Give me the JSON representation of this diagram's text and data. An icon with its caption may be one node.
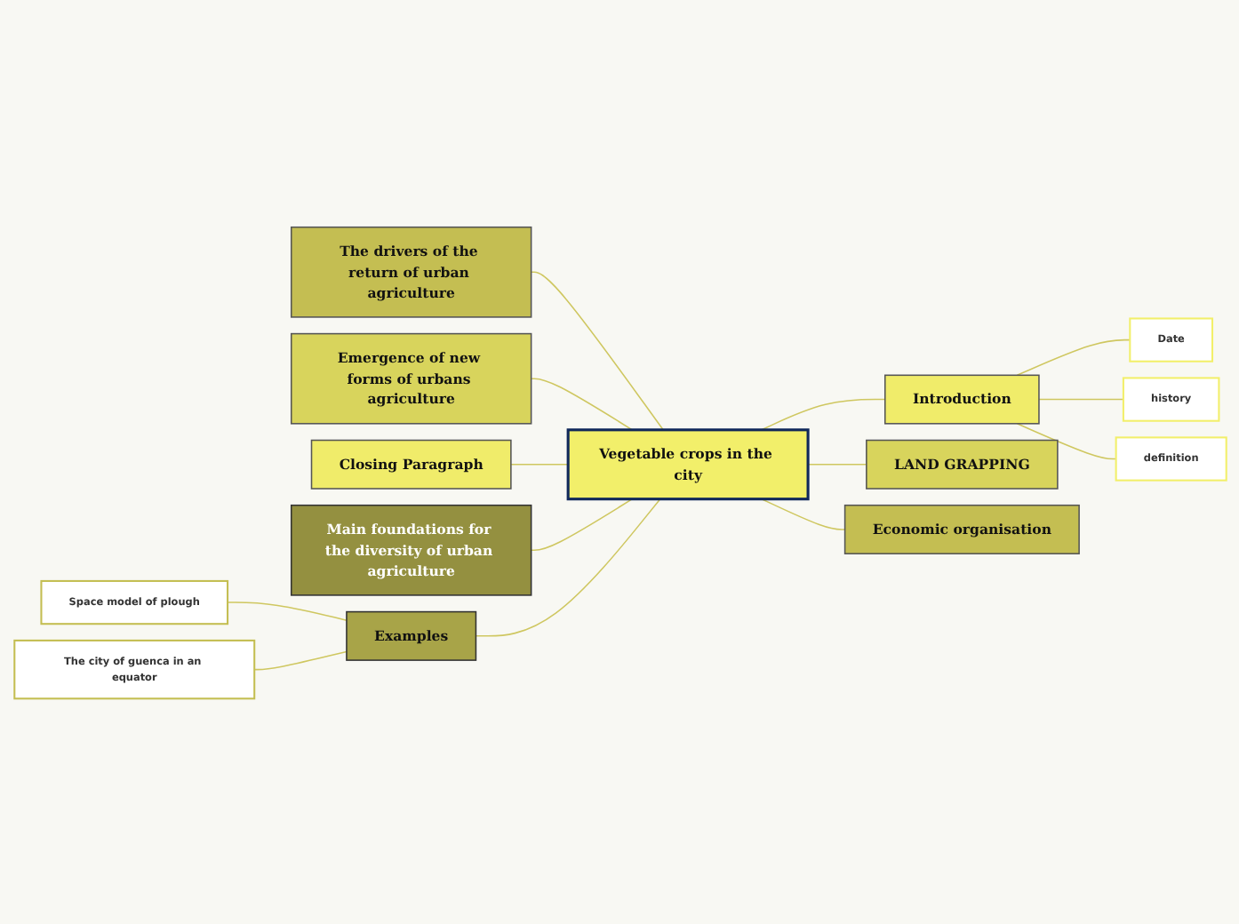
{
  "diagram": {
    "nodes": [
      {
        "text": [
          "Vegetable crops in the city"
        ]
      },
      {
        "text": [
          "The drivers of the return of urban agriculture"
        ]
      },
      {
        "text": [
          "Emergence of new forms of urbans agriculture"
        ]
      },
      {
        "text": [
          "Introduction"
        ]
      },
      {
        "text": [
          "Date"
        ]
      },
      {
        "text": [
          "history"
        ]
      },
      {
        "text": [
          "definition"
        ]
      },
      {
        "text": [
          "Closing Paragraph"
        ]
      },
      {
        "text": [
          "LAND GRAPPING"
        ]
      },
      {
        "text": [
          "Economic organisation"
        ]
      },
      {
        "text": [
          "Main foundations for the diversity of urban agriculture"
        ]
      },
      {
        "text": [
          "Space model of plough"
        ]
      },
      {
        "text": [
          "The city of guenca in an equator"
        ]
      },
      {
        "text": [
          "Examples"
        ]
      }
    ],
    "edges": [
      {
        "from": 0,
        "to": 1,
        "arrow": "none"
      },
      {
        "from": 0,
        "to": 2,
        "arrow": "none"
      },
      {
        "from": 0,
        "to": 3,
        "arrow": "none"
      },
      {
        "from": 3,
        "to": 4,
        "arrow": "none"
      },
      {
        "from": 3,
        "to": 5,
        "arrow": "none"
      },
      {
        "from": 3,
        "to": 6,
        "arrow": "none"
      },
      {
        "from": 0,
        "to": 7,
        "arrow": "none"
      },
      {
        "from": 0,
        "to": 8,
        "arrow": "none"
      },
      {
        "from": 0,
        "to": 9,
        "arrow": "none"
      },
      {
        "from": 0,
        "to": 10,
        "arrow": "none"
      },
      {
        "from": 0,
        "to": 13,
        "arrow": "none"
      },
      {
        "from": 13,
        "to": 11,
        "arrow": "none"
      },
      {
        "from": 13,
        "to": 12,
        "arrow": "none"
      }
    ]
  }
}
